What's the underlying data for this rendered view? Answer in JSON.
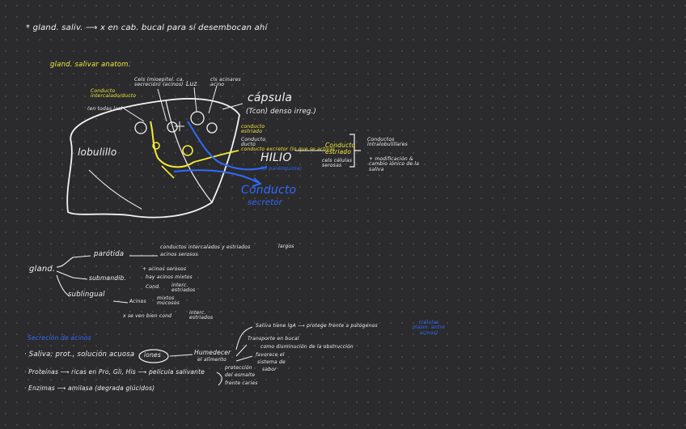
{
  "header": {
    "line": "* gland. saliv. ⟶ x en cab. bucal para sí desembocan ahí"
  },
  "diagram": {
    "title": "gland. salivar anatom.",
    "intercalated_duct": "Conducto intercalado/ducto",
    "intercalated_duct_note": "(en todas las)",
    "cell_note": "Cels (mioepitel. ca. secreción) (acinos)",
    "luz_label": "Luz",
    "cels_acinares": "cls acinares acino",
    "capsule_line1": "cápsula",
    "capsule_line2": "(Tcon) denso irreg.)",
    "lobule": "lobulillo",
    "striated_small": "conducto estriado",
    "ducto_label": "Conducto ducto",
    "excretory_small": "conducto excretor (lo que se activa)",
    "striated_box": "Conducto estriado",
    "side_note_1": "Conductos intralobulillares",
    "side_note_2": "+ modificación & cambio iónico de la saliva",
    "side_note_3": "cels células serosas",
    "hilum": "HILIO",
    "blue_small": "(al parénquima)",
    "secretory_1": "Conducto",
    "secretory_2": "secretor"
  },
  "classification": {
    "gland": "gland.",
    "parotid": "parótida",
    "parotid_note_1": "conductos intercalados y estriados",
    "parotid_note_2": "acinos serosos",
    "parotid_note_3": "largos",
    "submandibular": "submandib.",
    "sub_note_1": "+ acinos serosos",
    "sub_note_2": "hay acinos mixtos",
    "sub_note_3": "Cond.",
    "sub_note_4": "interc. estriados",
    "sublingual": "sublingual",
    "subl_note_1": "Acinos",
    "subl_note_2": "mixtos mucosos",
    "subl_note_3": "x se ven bien cond",
    "subl_note_4": "interc. estriados"
  },
  "secretion": {
    "title": "Secreción de acinos",
    "row1": "· Saliva: prot., solución acuosa",
    "row1_circled": "iones",
    "row1_humedecer": "Humedecer",
    "row1_humedecer_2": "el alimento",
    "top_note": "Saliva tiene IgA ⟶ protege frente a patógenos",
    "top_note_2": "Transporte en bucal",
    "top_note_3": "como disminución de la obstrucción",
    "top_note_4": "favorece el",
    "top_note_5": "sistema de",
    "top_note_6": "sabor",
    "blue_note": "(células plasm. entre acinos)",
    "row2": "· Proteínas ⟶ ricas en Pro, Gli, His ⟶ película salivante",
    "row2_note_1": "protección",
    "row2_note_2": "del esmalte",
    "row2_note_3": "frente caries",
    "row3": "· Enzimas ⟶ amilasa (degrada glúcidos)"
  },
  "colors": {
    "background": "#2b2b2d",
    "ink_white": "#f2f2f2",
    "ink_yellow": "#f4e93a",
    "ink_blue": "#2f6bff"
  }
}
